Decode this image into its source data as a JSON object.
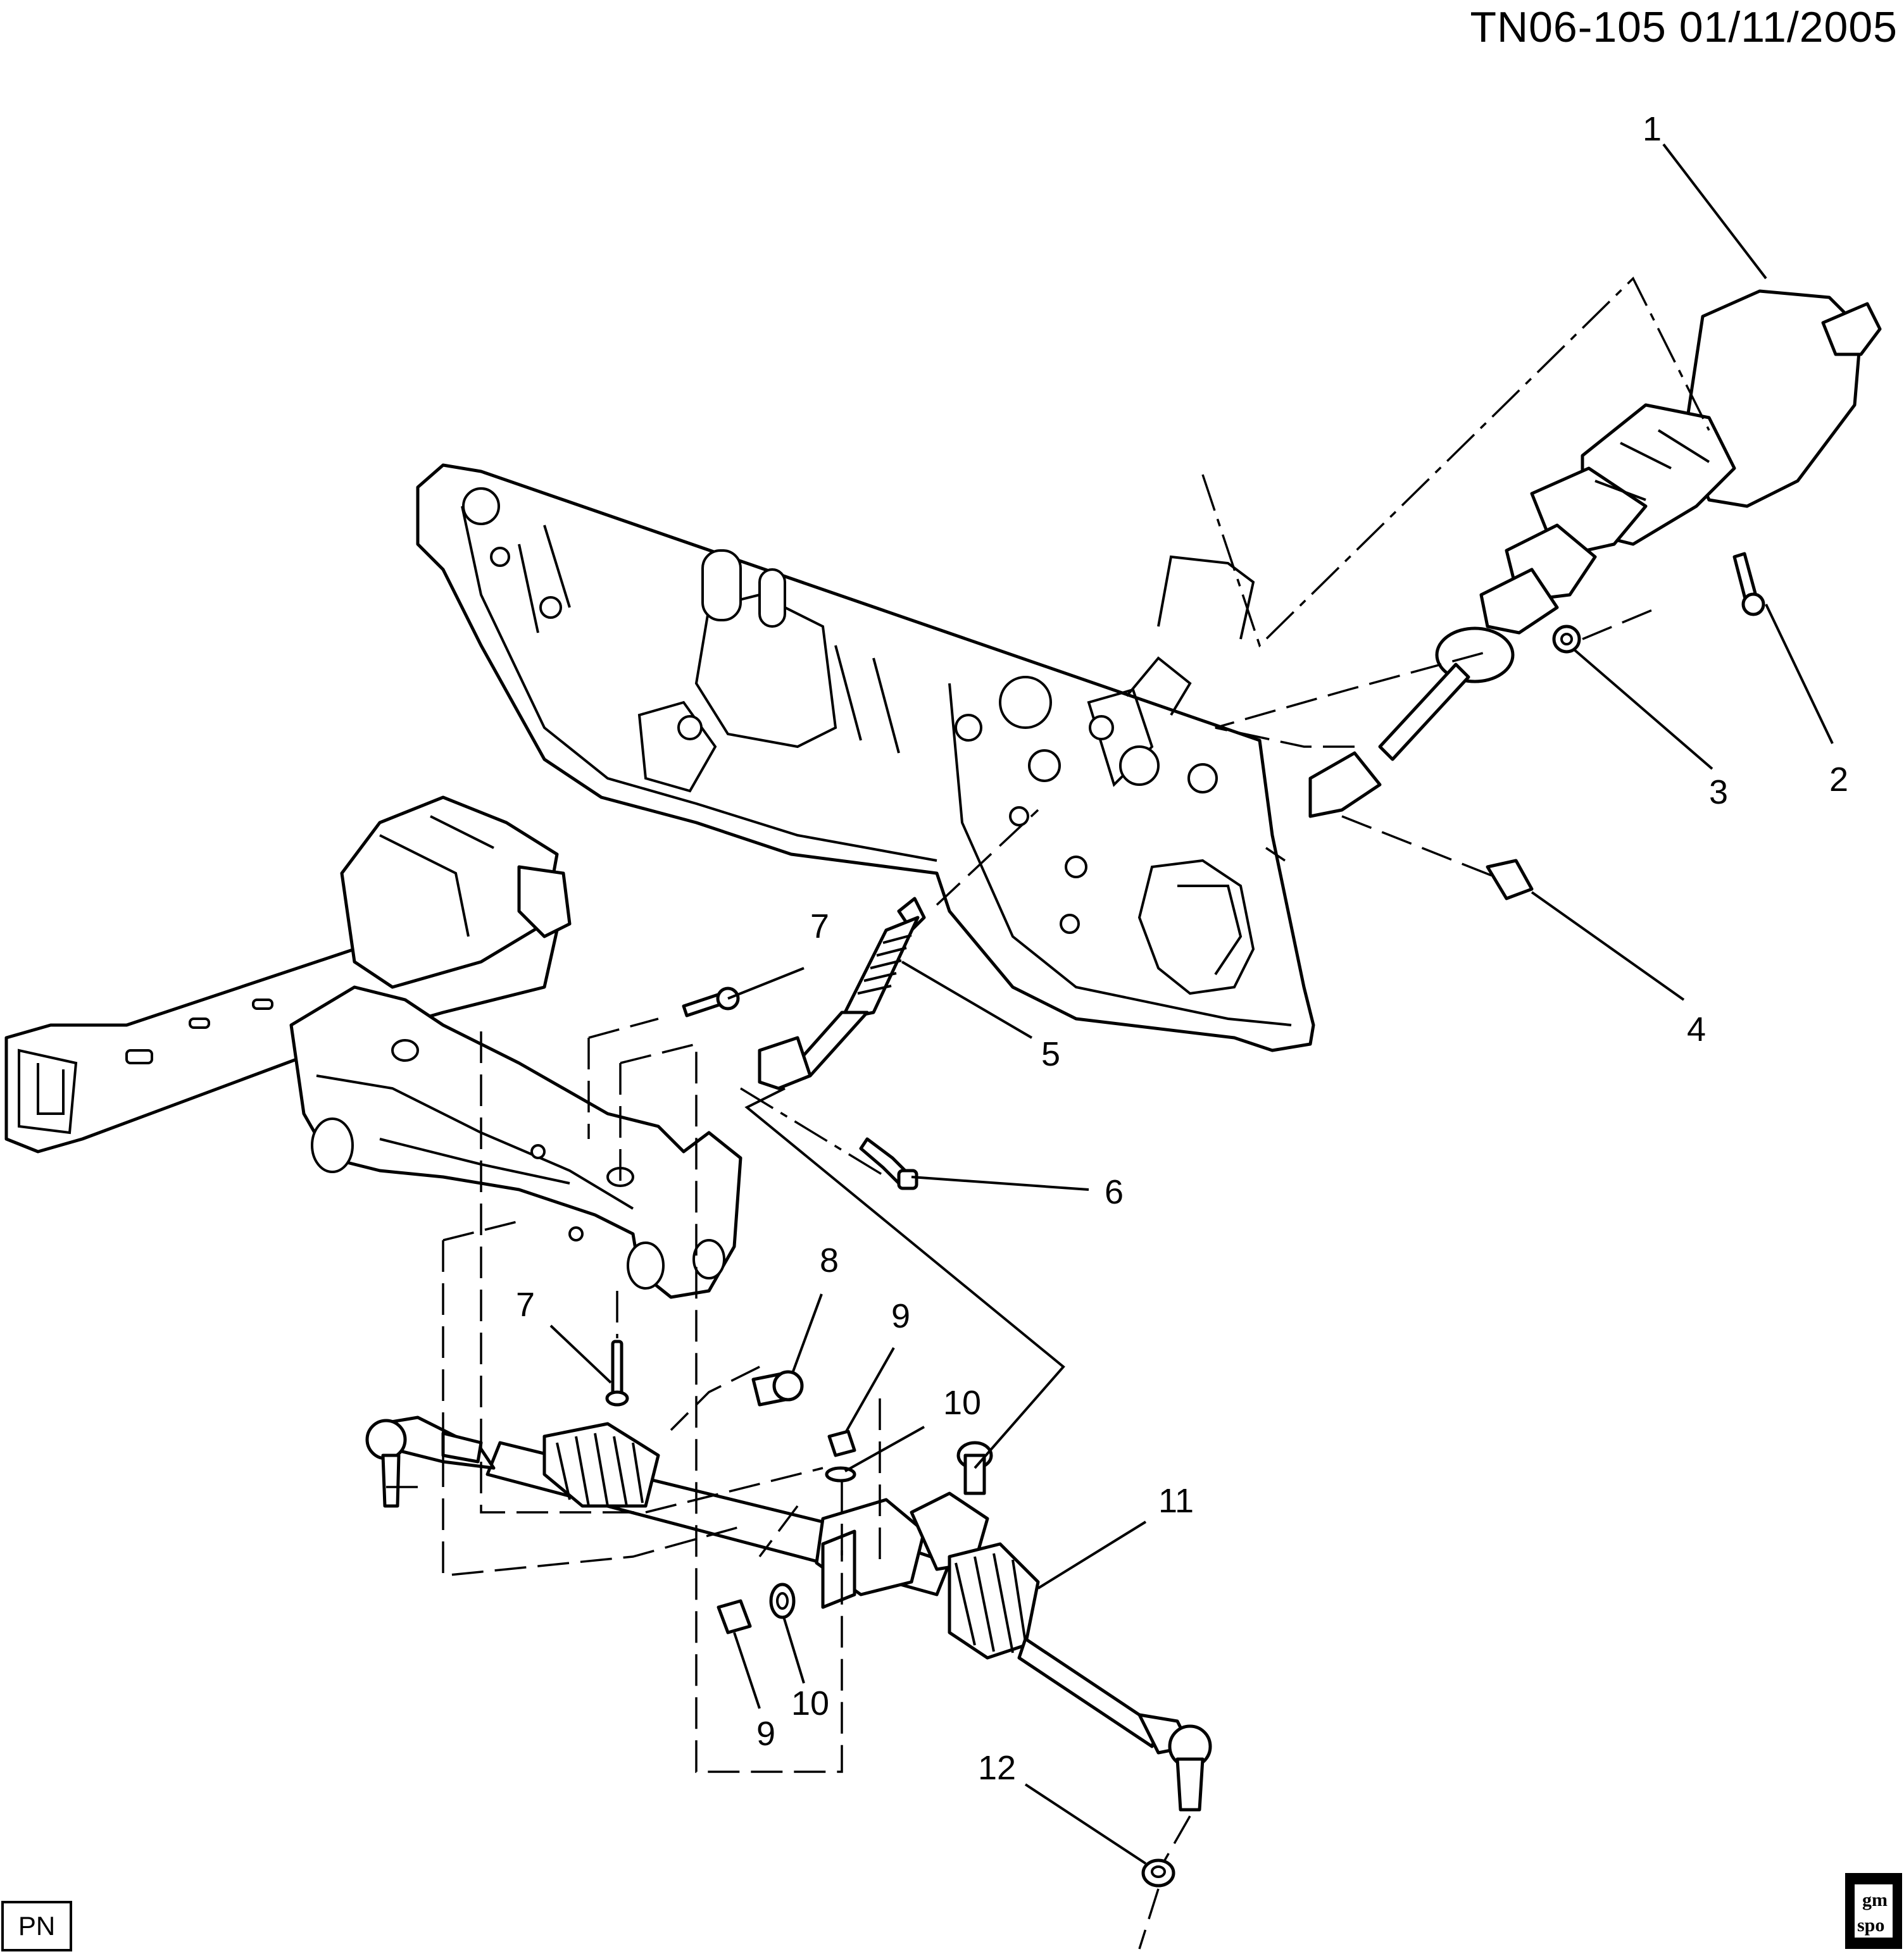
{
  "header": {
    "ref_code": "TN06-105  01/11/2005"
  },
  "footer": {
    "pn_label": "PN",
    "logo_text_top": "gm",
    "logo_text_bottom": "spo"
  },
  "callouts": {
    "c1": "1",
    "c2": "2",
    "c3": "3",
    "c4": "4",
    "c5": "5",
    "c6": "6",
    "c7a": "7",
    "c7b": "7",
    "c8": "8",
    "c9a": "9",
    "c9b": "9",
    "c10a": "10",
    "c10b": "10",
    "c11": "11",
    "c12": "12"
  }
}
